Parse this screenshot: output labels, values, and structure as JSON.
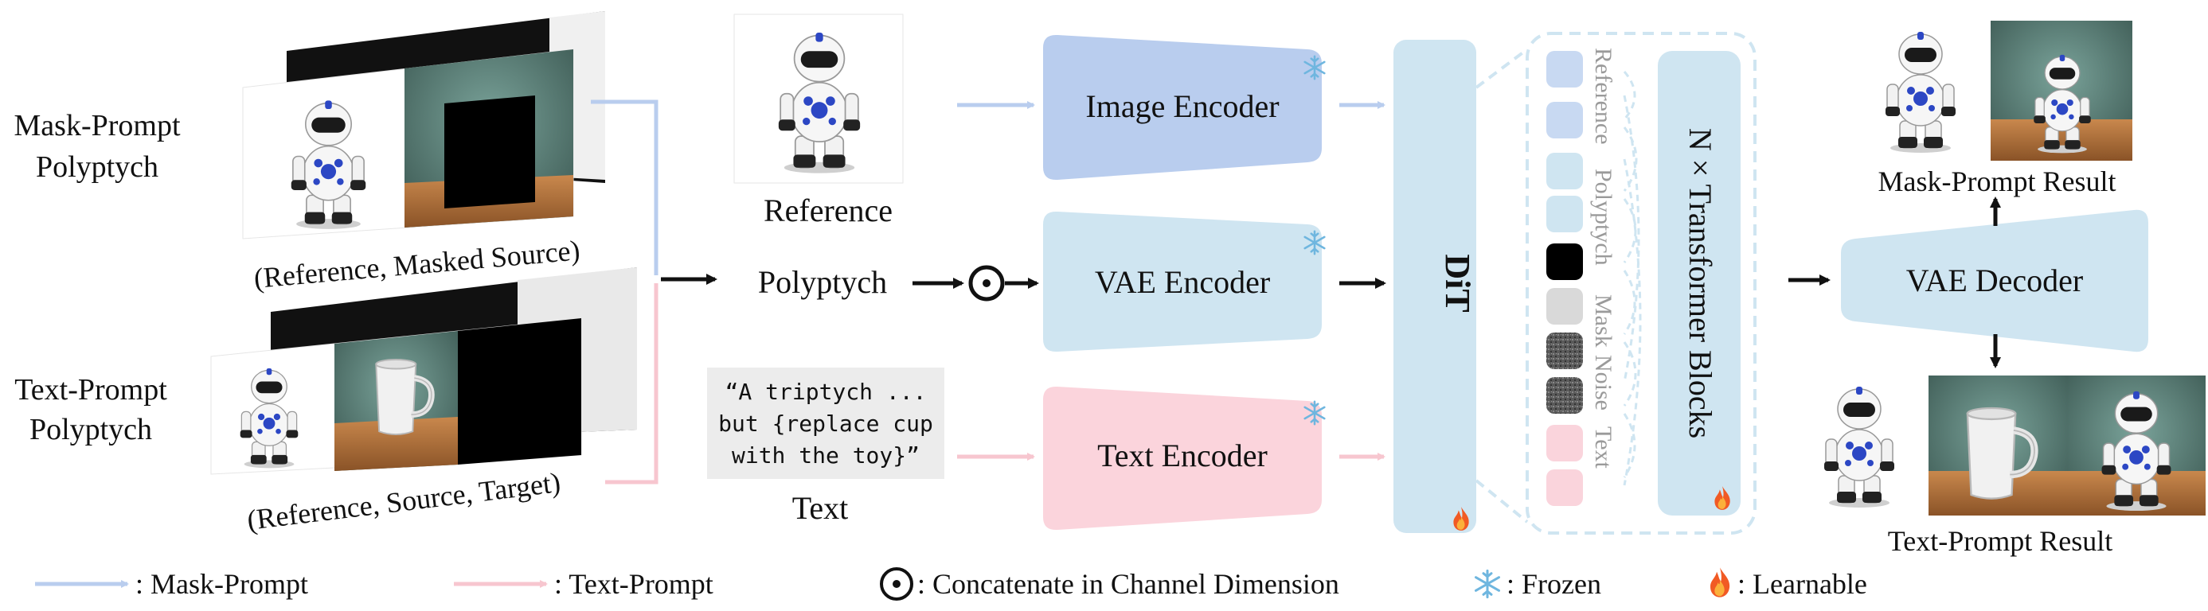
{
  "inputs": {
    "mask_prompt_title_line1": "Mask-Prompt",
    "mask_prompt_title_line2": "Polyptych",
    "mask_prompt_caption": "(Reference, Masked Source)",
    "text_prompt_title_line1": "Text-Prompt",
    "text_prompt_title_line2": "Polyptych",
    "text_prompt_caption": "(Reference, Source, Target)"
  },
  "middle": {
    "reference_label": "Reference",
    "polyptych_label": "Polyptych",
    "text_label": "Text",
    "prompt_line1": "“A triptych ...",
    "prompt_line2": "but {replace cup",
    "prompt_line3": "with the toy}”"
  },
  "encoders": {
    "image": "Image Encoder",
    "vae": "VAE Encoder",
    "text": "Text Encoder"
  },
  "dit": {
    "label": "DiT",
    "blocks_label": "N × Transformer Blocks",
    "token_labels": {
      "reference": "Reference",
      "polyptych": "Polyptych",
      "mask": "Mask",
      "noise": "Noise",
      "text": "Text"
    }
  },
  "outputs": {
    "decoder": "VAE Decoder",
    "mask_result": "Mask-Prompt Result",
    "text_result": "Text-Prompt Result"
  },
  "legend": {
    "mask_prompt": ": Mask-Prompt",
    "text_prompt": ": Text-Prompt",
    "concatenate": ": Concatenate in Channel Dimension",
    "frozen": ": Frozen",
    "learnable": ": Learnable"
  },
  "colors": {
    "image_encoder": "#b9cdee",
    "vae_box": "#cfe5f1",
    "text_encoder": "#fbd4dc",
    "mask_arrow": "#b9cdee",
    "text_arrow": "#f7c6cf",
    "reference_token": "#c8d9f2",
    "polyptych_token": "#cfe5f1",
    "mask_token": "#000000",
    "noise_token": "#555555",
    "text_token": "#fad4dc"
  }
}
